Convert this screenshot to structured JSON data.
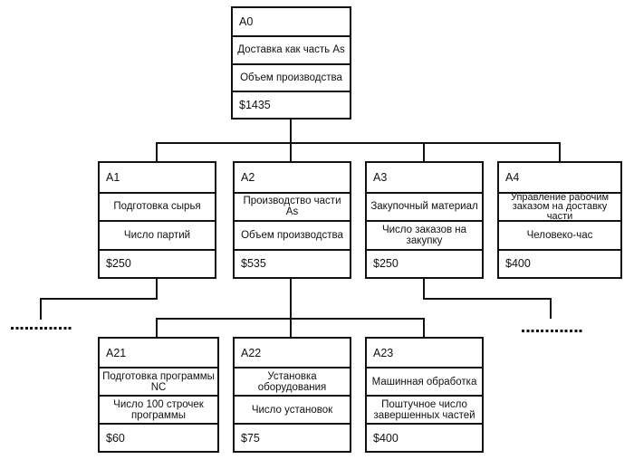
{
  "colors": {
    "background": "#ffffff",
    "box_fill": "#ffffff",
    "line": "#111111",
    "text": "#111111"
  },
  "nodes": {
    "a0": {
      "id": "A0",
      "name": "Доставка как часть As",
      "measure": "Объем производства",
      "cost": "$1435"
    },
    "a1": {
      "id": "A1",
      "name": "Подготовка сырья",
      "measure": "Число партий",
      "cost": "$250"
    },
    "a2": {
      "id": "A2",
      "name": "Производство части As",
      "measure": "Объем производства",
      "cost": "$535"
    },
    "a3": {
      "id": "A3",
      "name": "Закупочный материал",
      "measure": "Число заказов на закупку",
      "cost": "$250"
    },
    "a4": {
      "id": "A4",
      "name": "Управление рабочим заказом на доставку части",
      "measure": "Человеко-час",
      "cost": "$400"
    },
    "a21": {
      "id": "A21",
      "name": "Подготовка программы NC",
      "measure": "Число 100 строчек программы",
      "cost": "$60"
    },
    "a22": {
      "id": "A22",
      "name": "Установка оборудования",
      "measure": "Число установок",
      "cost": "$75"
    },
    "a23": {
      "id": "A23",
      "name": "Машинная обработка",
      "measure": "Поштучное число завершенных частей",
      "cost": "$400"
    }
  }
}
